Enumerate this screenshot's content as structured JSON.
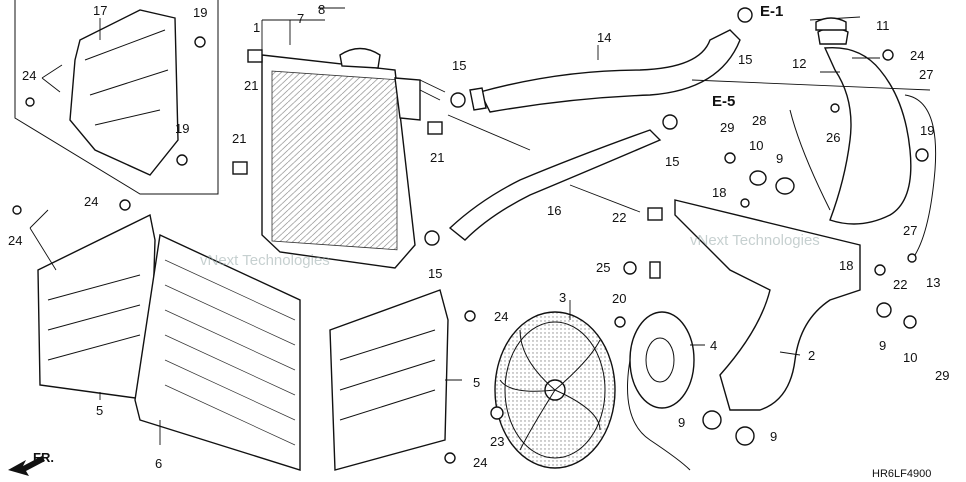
{
  "diagram": {
    "code": "HR6LF4900",
    "watermark": "vNext Technologies",
    "front_label": "FR.",
    "refs": {
      "e1": "E-1",
      "e5": "E-5"
    },
    "callouts": {
      "c1": "1",
      "c2": "2",
      "c3": "3",
      "c4": "4",
      "c5a": "5",
      "c5b": "5",
      "c6": "6",
      "c7": "7",
      "c8": "8",
      "c9a": "9",
      "c9b": "9",
      "c9c": "9",
      "c9d": "9",
      "c10a": "10",
      "c10b": "10",
      "c11": "11",
      "c12": "12",
      "c13": "13",
      "c14": "14",
      "c15a": "15",
      "c15b": "15",
      "c15c": "15",
      "c15d": "15",
      "c16": "16",
      "c17": "17",
      "c18a": "18",
      "c18b": "18",
      "c19a": "19",
      "c19b": "19",
      "c19c": "19",
      "c20": "20",
      "c21a": "21",
      "c21b": "21",
      "c21c": "21",
      "c22a": "22",
      "c22b": "22",
      "c23": "23",
      "c24a": "24",
      "c24b": "24",
      "c24c": "24",
      "c24d": "24",
      "c24e": "24",
      "c24f": "24",
      "c25": "25",
      "c26": "26",
      "c27a": "27",
      "c27b": "27",
      "c28": "28",
      "c29a": "29",
      "c29b": "29"
    }
  }
}
